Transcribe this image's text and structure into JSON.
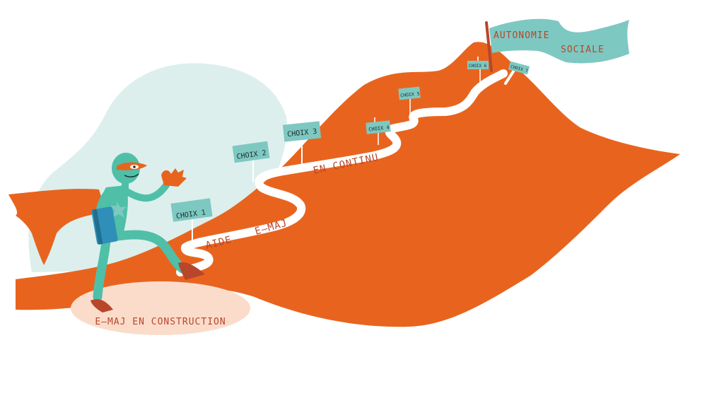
{
  "goal_flag": {
    "line1": "AUTONOMIE",
    "line2": "SOCIALE"
  },
  "start_label": "E–MAJ EN CONSTRUCTION",
  "road_labels": {
    "aide": "AIDE",
    "emaj": "E–MAJ",
    "continu": "EN CONTINU"
  },
  "choices": [
    "CHOIX 1",
    "CHOIX 2",
    "CHOIX 3",
    "CHOIX 4",
    "CHOIX 5",
    "CHOIX 6",
    "CHOIX 7"
  ],
  "colors": {
    "mountain": "#e8641e",
    "teal": "#7ec8c2",
    "teal_dark": "#3aa89e",
    "light_blue_bg": "#dcefed",
    "peach": "#fbdccb",
    "text_brown": "#b8462a",
    "character": "#4fbfa8"
  }
}
